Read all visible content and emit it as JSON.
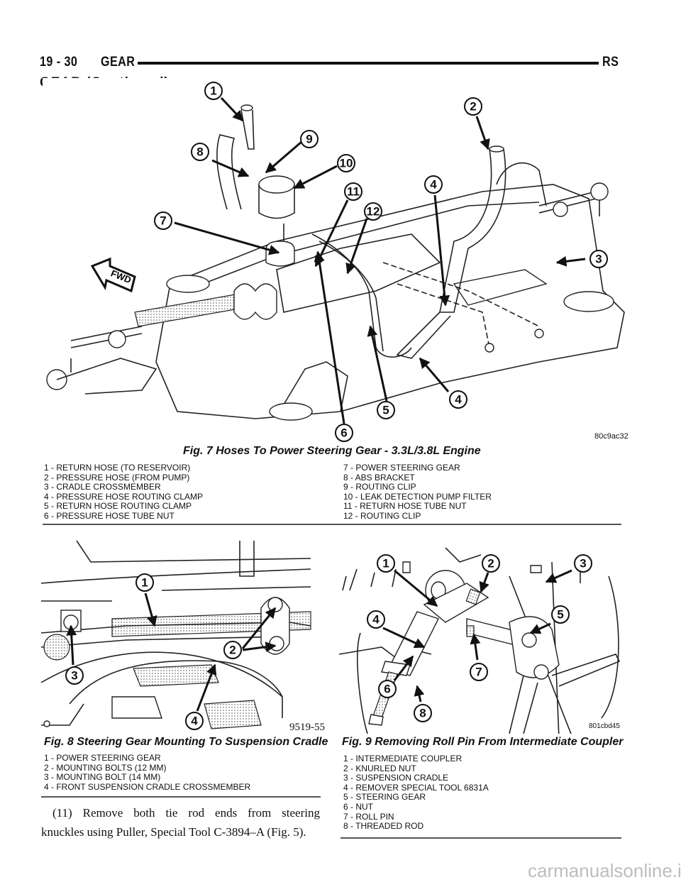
{
  "header": {
    "page_number": "19 - 30",
    "section": "GEAR",
    "model_code": "RS"
  },
  "section_title": "GEAR (Continued)",
  "figures": [
    {
      "id": "fig7",
      "caption": "Fig. 7 Hoses To Power Steering Gear - 3.3L/3.8L Engine",
      "image_code": "80c9ac32",
      "fwd_label": "FWD",
      "callouts": [
        "1",
        "2",
        "3",
        "4",
        "4",
        "5",
        "6",
        "7",
        "8",
        "9",
        "10",
        "11",
        "12"
      ],
      "legend_left": [
        "1 - RETURN HOSE (TO RESERVOIR)",
        "2 - PRESSURE HOSE (FROM PUMP)",
        "3 - CRADLE CROSSMEMBER",
        "4 - PRESSURE HOSE ROUTING CLAMP",
        "5 - RETURN HOSE ROUTING CLAMP",
        "6 - PRESSURE HOSE TUBE NUT"
      ],
      "legend_right": [
        "7 - POWER STEERING GEAR",
        "8 - ABS BRACKET",
        "9 - ROUTING CLIP",
        "10 - LEAK DETECTION PUMP FILTER",
        "11 - RETURN HOSE TUBE NUT",
        "12 - ROUTING CLIP"
      ]
    },
    {
      "id": "fig8",
      "caption": "Fig. 8 Steering Gear Mounting To Suspension Cradle",
      "image_code": "9519-55",
      "callouts": [
        "1",
        "2",
        "3",
        "4"
      ],
      "legend": [
        "1 - POWER STEERING GEAR",
        "2 - MOUNTING BOLTS (12 MM)",
        "3 - MOUNTING BOLT (14 MM)",
        "4 - FRONT SUSPENSION CRADLE CROSSMEMBER"
      ]
    },
    {
      "id": "fig9",
      "caption": "Fig. 9 Removing Roll Pin From Intermediate Coupler",
      "image_code": "801cbd45",
      "callouts": [
        "1",
        "2",
        "3",
        "4",
        "5",
        "6",
        "7",
        "8"
      ],
      "legend": [
        "1 - INTERMEDIATE COUPLER",
        "2 - KNURLED NUT",
        "3 - SUSPENSION CRADLE",
        "4 - REMOVER SPECIAL TOOL 6831A",
        "5 - STEERING GEAR",
        "6 - NUT",
        "7 - ROLL PIN",
        "8 - THREADED ROD"
      ]
    }
  ],
  "body_text": {
    "line1": "(11) Remove both tie rod ends from steering",
    "line2": "knuckles using Puller, Special Tool C-3894–A (Fig. 5)."
  },
  "watermark": "carmanualsonline.info"
}
